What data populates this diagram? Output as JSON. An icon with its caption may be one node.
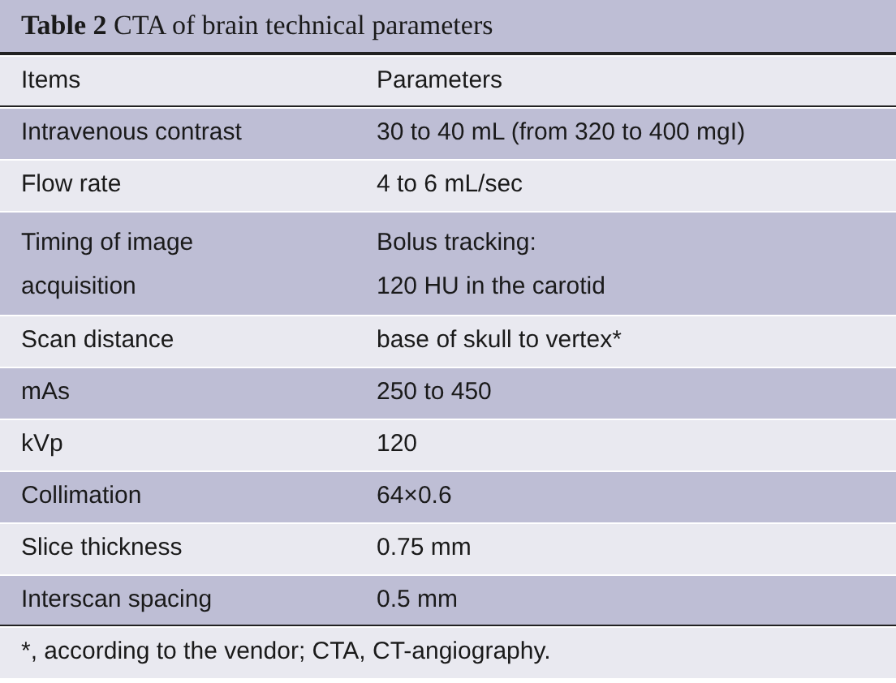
{
  "diagram": {
    "title": "**Table 2** CTA of brain technical parameters",
    "caption": "*, according to the vendor; CTA, CT-angiography.",
    "labels": [
      "Items",
      "Parameters",
      "Intravenous contrast",
      "30 to 40 mL (from 320 to 400 mgI)",
      "Flow rate",
      "4 to 6 mL/sec",
      "Timing of image acquisition",
      "Bolus tracking:",
      "120 HU in the carotid",
      "Scan distance",
      "base of skull to vertex*",
      "mAs",
      "250 to 450",
      "kVp",
      "120",
      "Collimation",
      "64×0.6",
      "Slice thickness",
      "0.75 mm",
      "Interscan spacing",
      "0.5 mm"
    ]
  }
}
